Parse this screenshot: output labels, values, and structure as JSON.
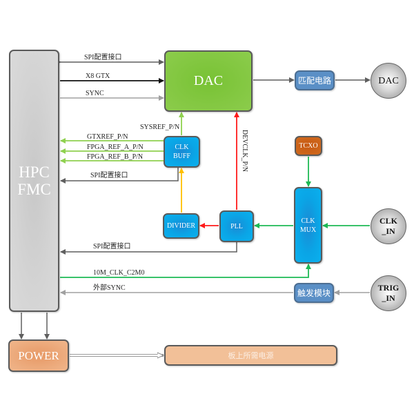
{
  "blocks": {
    "hpc_fmc": [
      "HPC",
      "FMC"
    ],
    "dac": "DAC",
    "clk_buff": [
      "CLK",
      "BUFF"
    ],
    "divider": "DIVIDER",
    "pll": "PLL",
    "clk_mux": [
      "CLK",
      "MUX"
    ],
    "tcxo": "TCXO",
    "matching_circuit": "匹配电路",
    "trigger_module": "触发模块",
    "power": "POWER",
    "onboard_power": "板上所需电源"
  },
  "connectors": {
    "dac_out": "DAC",
    "clk_in": [
      "CLK",
      "_IN"
    ],
    "trig_in": [
      "TRIG",
      "_IN"
    ]
  },
  "signals": {
    "spi_dac": "SPI配置接口",
    "x8_gtx": "X8 GTX",
    "sync": "SYNC",
    "sysref": "SYSREF_P/N",
    "gtxref": "GTXREF_P/N",
    "fpga_ref_a": "FPGA_REF_A_P/N",
    "fpga_ref_b": "FPGA_REF_B_P/N",
    "spi_clkbuff": "SPI配置接口",
    "devclk": "DEVCLK_P/N",
    "spi_pll": "SPI配置接口",
    "clk_10m": "10M_CLK_C2M0",
    "ext_sync": "外部SYNC"
  },
  "colors": {
    "dark_wire": "#5f5f5f",
    "black_wire": "#111111",
    "light_wire": "#a0a0a0",
    "lime": "#8fd14f",
    "green": "#1db954",
    "red": "#ff1a1a",
    "yellow": "#ffc000"
  }
}
